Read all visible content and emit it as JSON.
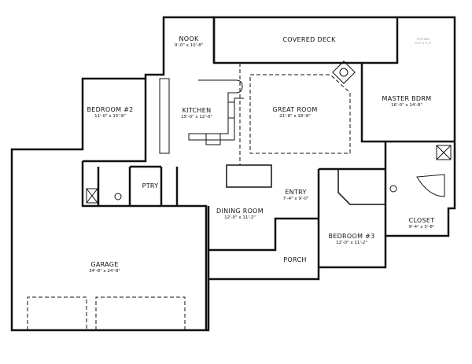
{
  "rooms": {
    "nook": {
      "name": "NOOK",
      "dim": "9'-0\" x 10'-8\""
    },
    "covered_deck": {
      "name": "COVERED DECK"
    },
    "sitting": {
      "name": "SITTING",
      "dim": "9'-0\" x 7'-0\""
    },
    "master": {
      "name": "MASTER BDRM",
      "dim": "16'-0\" x 14'-8\""
    },
    "bedroom2": {
      "name": "BEDROOM #2",
      "dim": "11'-0\" x 15'-8\""
    },
    "kitchen": {
      "name": "KITCHEN",
      "dim": "15'-0\" x 12'-0\""
    },
    "great_room": {
      "name": "GREAT ROOM",
      "dim": "21'-8\" x 18'-8\""
    },
    "ptry": {
      "name": "PTRY"
    },
    "entry": {
      "name": "ENTRY",
      "dim": "7'-4\" x 9'-0\""
    },
    "dining": {
      "name": "DINING ROOM",
      "dim": "12'-0\" x 11'-2\""
    },
    "closet": {
      "name": "CLOSET",
      "dim": "9'-4\" x 5'-8\""
    },
    "bedroom3": {
      "name": "BEDROOM #3",
      "dim": "12'-0\" x 11'-2\""
    },
    "porch": {
      "name": "PORCH"
    },
    "garage": {
      "name": "GARAGE",
      "dim": "34'-8\" x 24'-8\""
    }
  },
  "colors": {
    "wall": "#111111",
    "background": "#ffffff"
  }
}
